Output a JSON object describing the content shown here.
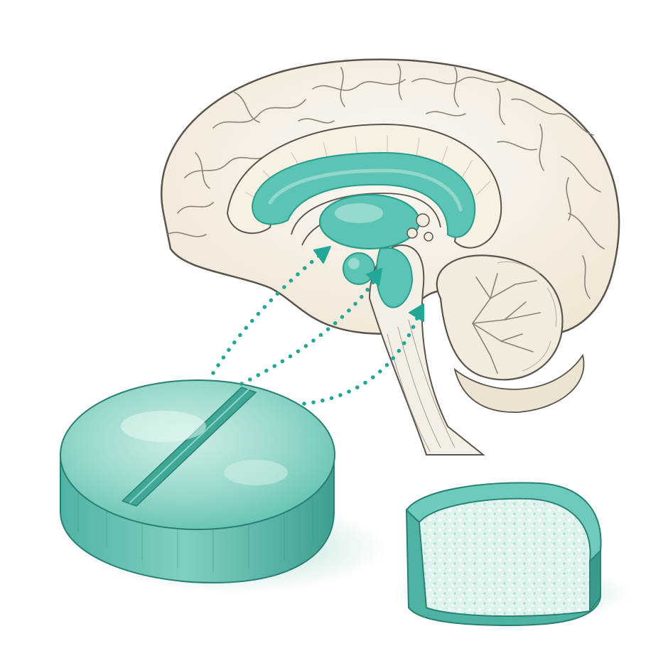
{
  "illustration": {
    "subject": "brain-sagittal-with-pill",
    "palette": {
      "background": "#ffffff",
      "tissue": "#f4efe4",
      "tissue_shadow": "#e3d9c6",
      "ink": "#5a544c",
      "teal": "#5cc4b4",
      "teal_dark": "#2a9c8c",
      "teal_light": "#a9e0d6",
      "arrow": "#22a696"
    },
    "elements": {
      "brain": "brain-cerebrum",
      "ventricle": "lateral-ventricle",
      "thalamus": "thalamus",
      "hypothalamus": "hypothalamus",
      "brainstem": "brainstem",
      "cerebellum": "cerebellum",
      "pill": "split-tablet",
      "pill_half": "tablet-cross-section",
      "arrows": 3
    }
  }
}
